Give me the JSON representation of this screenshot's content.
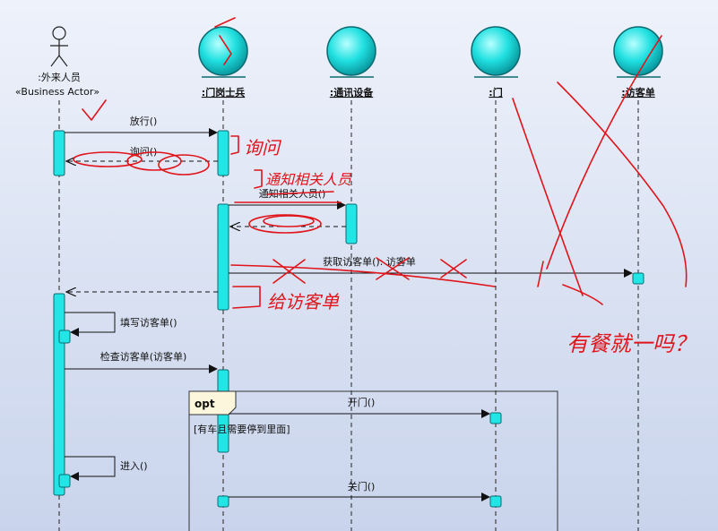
{
  "participants": [
    {
      "id": "actor",
      "label": ":外来人员",
      "stereotype": "«Business Actor»"
    },
    {
      "id": "guard",
      "label": ":门岗士兵"
    },
    {
      "id": "comm",
      "label": ":通讯设备"
    },
    {
      "id": "door",
      "label": ":门"
    },
    {
      "id": "form",
      "label": ":访客单"
    }
  ],
  "messages": {
    "m1": "放行()",
    "m2": "询问()",
    "m3": "通知相关人员()",
    "m4": "获取访客单(): 访客单",
    "m5": "填写访客单()",
    "m6": "检查访客单(访客单)",
    "m7": "开门()",
    "m8": "进入()",
    "m9": "关门()"
  },
  "fragment": {
    "operator": "opt",
    "guard": "[有车且需要停到里面]"
  },
  "annotations": {
    "a1": "询问",
    "a2": "通知相关人员",
    "a3": "给访客单",
    "a4": "有餐就一吗？"
  },
  "colors": {
    "accent": "#1ee3e3",
    "ink": "#e0141a"
  }
}
